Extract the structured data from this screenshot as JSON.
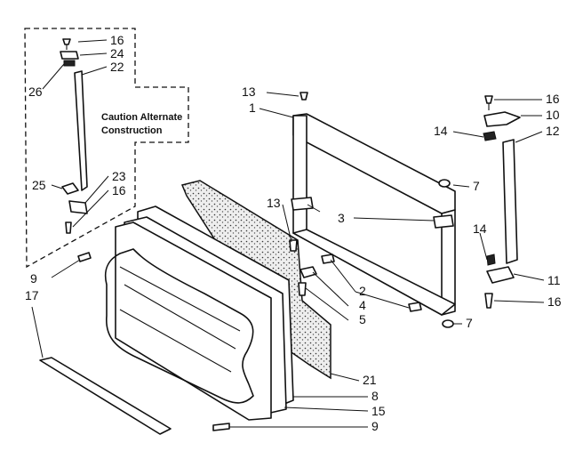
{
  "caution_note": {
    "line1": "Caution Alternate",
    "line2": "Construction"
  },
  "callouts": {
    "c1": "1",
    "c2": "2",
    "c3": "3",
    "c4": "4",
    "c5": "5",
    "c7a": "7",
    "c7b": "7",
    "c8": "8",
    "c9a": "9",
    "c9b": "9",
    "c10": "10",
    "c11": "11",
    "c12": "12",
    "c13a": "13",
    "c13b": "13",
    "c14a": "14",
    "c14b": "14",
    "c15": "15",
    "c16a": "16",
    "c16b": "16",
    "c16c": "16",
    "c16d": "16",
    "c17": "17",
    "c21": "21",
    "c22": "22",
    "c23": "23",
    "c24": "24",
    "c25": "25",
    "c26": "26"
  }
}
